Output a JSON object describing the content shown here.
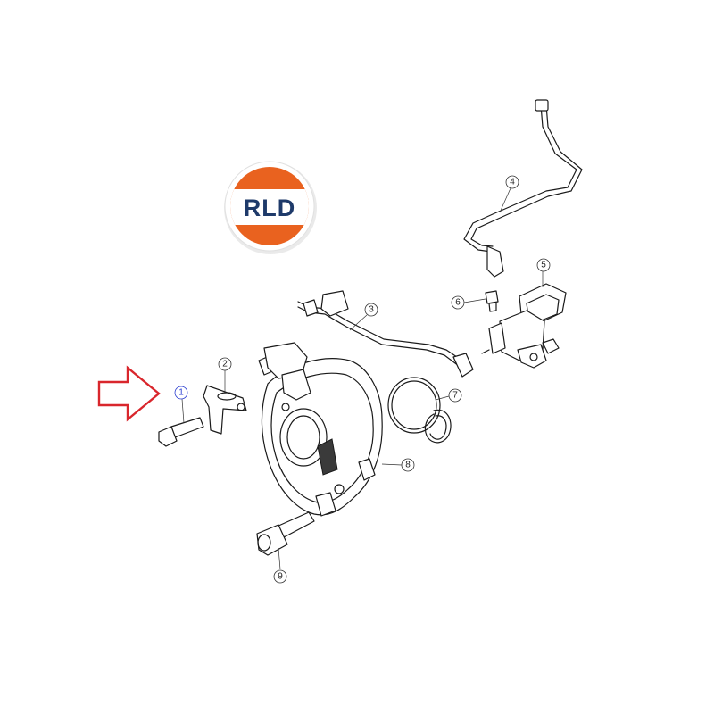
{
  "logo": {
    "text": "RLD",
    "colors": {
      "ring": "#ffffff",
      "top": "#e9621f",
      "band": "#ffffff",
      "text": "#1e3a6a"
    }
  },
  "pointer": {
    "icon": "arrow-right-icon",
    "color": "#d9262c"
  },
  "callouts": [
    {
      "id": "1",
      "label": "1",
      "highlight": true
    },
    {
      "id": "2",
      "label": "2",
      "highlight": false
    },
    {
      "id": "3",
      "label": "3",
      "highlight": false
    },
    {
      "id": "4",
      "label": "4",
      "highlight": false
    },
    {
      "id": "5",
      "label": "5",
      "highlight": false
    },
    {
      "id": "6",
      "label": "6",
      "highlight": false
    },
    {
      "id": "7",
      "label": "7",
      "highlight": false
    },
    {
      "id": "8",
      "label": "8",
      "highlight": false
    },
    {
      "id": "9",
      "label": "9",
      "highlight": false
    }
  ],
  "colors": {
    "line": "#1a1a1a",
    "highlight": "#2c3fd1"
  }
}
